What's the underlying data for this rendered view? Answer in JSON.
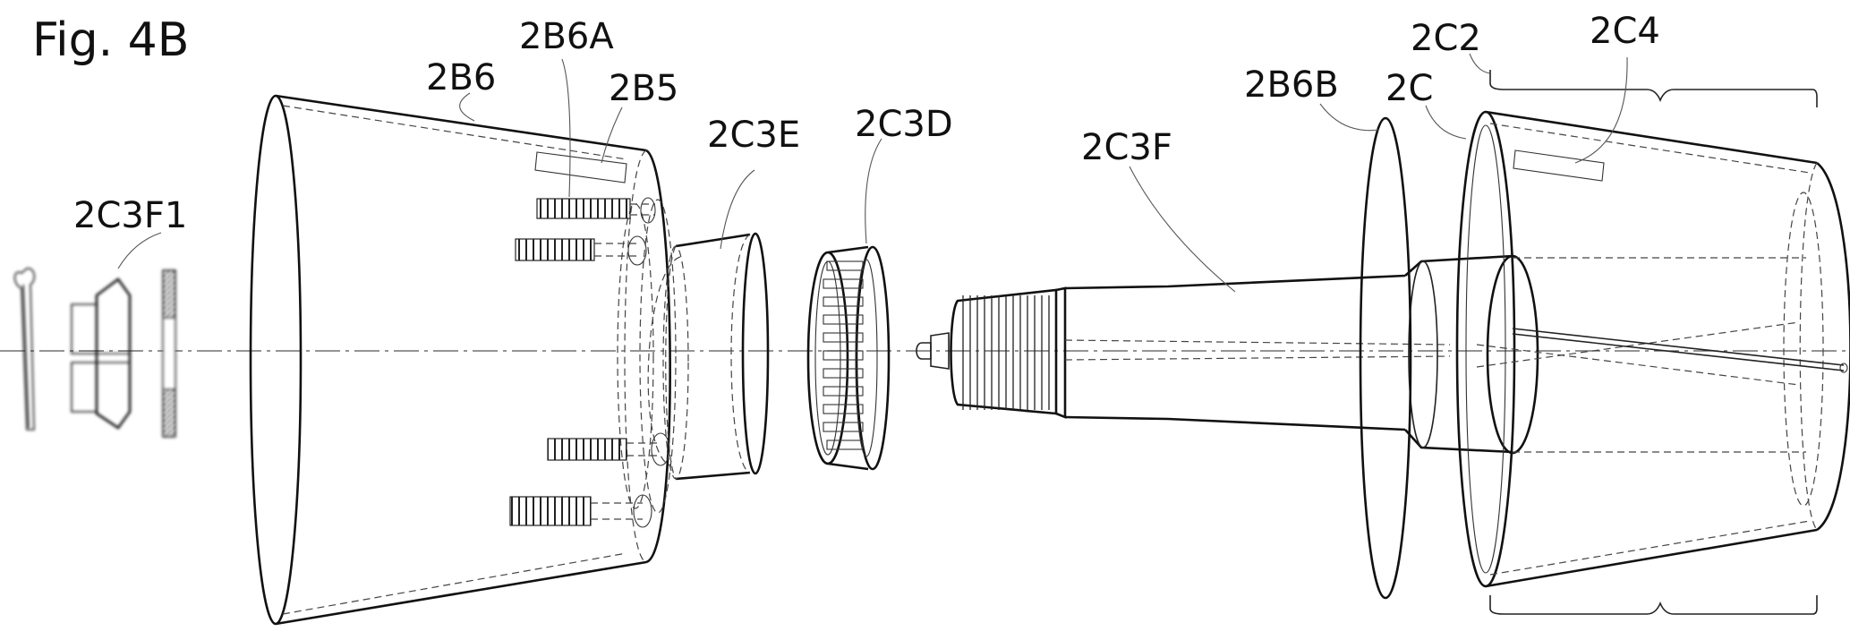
{
  "figure": {
    "title": "Fig. 4B",
    "labels": {
      "c3f1": "2C3F1",
      "b6": "2B6",
      "b6a": "2B6A",
      "b5": "2B5",
      "c3e": "2C3E",
      "c3d": "2C3D",
      "c3f": "2C3F",
      "b6b": "2B6B",
      "c": "2C",
      "c2": "2C2",
      "c4": "2C4"
    }
  }
}
